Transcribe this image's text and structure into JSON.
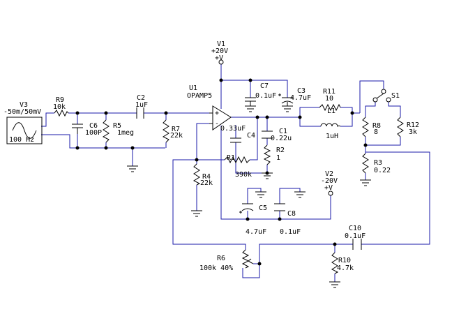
{
  "components": {
    "v3": {
      "name": "V3",
      "value": "-50m/50mV",
      "freq": "100 Hz"
    },
    "r9": {
      "name": "R9",
      "value": "10k"
    },
    "c6": {
      "name": "C6",
      "value": "100P"
    },
    "r5": {
      "name": "R5",
      "value": "1meg"
    },
    "c2": {
      "name": "C2",
      "value": "1uF"
    },
    "r7": {
      "name": "R7",
      "value": "22k"
    },
    "u1": {
      "name": "U1",
      "value": "OPAMP5"
    },
    "v1": {
      "name": "V1",
      "value": "+20V",
      "pin": "+V"
    },
    "c7": {
      "name": "C7",
      "value": "0.1uF"
    },
    "c3": {
      "name": "C3",
      "value": "4.7uF"
    },
    "c4": {
      "name": "C4",
      "value": "0.33uF"
    },
    "r1": {
      "name": "R1",
      "value": "390k"
    },
    "r4": {
      "name": "R4",
      "value": "22k"
    },
    "c1": {
      "name": "C1",
      "value": "0.22u"
    },
    "r2": {
      "name": "R2",
      "value": "1"
    },
    "r11": {
      "name": "R11",
      "value": "10"
    },
    "l1": {
      "name": "L1",
      "value": "1uH"
    },
    "s1": {
      "name": "S1"
    },
    "r8": {
      "name": "R8",
      "value": "8"
    },
    "r12": {
      "name": "R12",
      "value": "3k"
    },
    "r3": {
      "name": "R3",
      "value": "0.22"
    },
    "v2": {
      "name": "V2",
      "value": "-20V",
      "pin": "+V"
    },
    "c5": {
      "name": "C5",
      "value": "4.7uF"
    },
    "c8": {
      "name": "C8",
      "value": "0.1uF"
    },
    "c10": {
      "name": "C10",
      "value": "0.1uF"
    },
    "r6": {
      "name": "R6",
      "value": "100k 40%"
    },
    "r10": {
      "name": "R10",
      "value": "4.7k"
    }
  },
  "opamp_pins": {
    "plus": "+",
    "minus": "-"
  }
}
